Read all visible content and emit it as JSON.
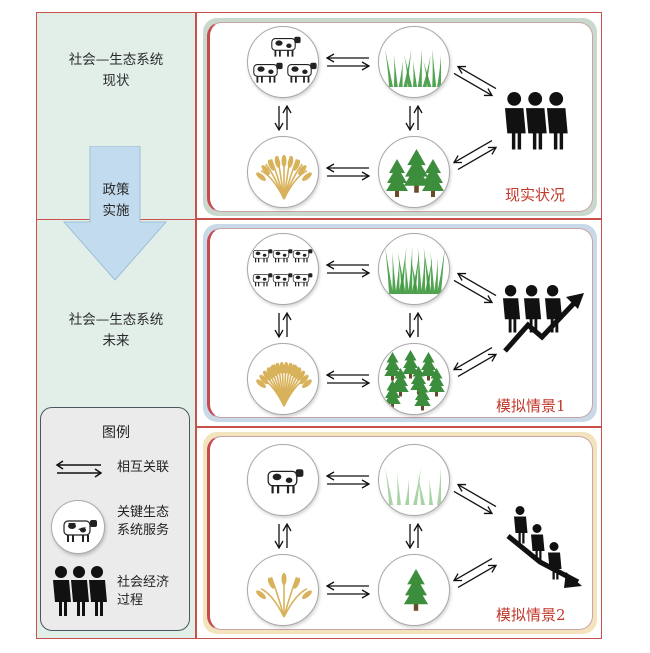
{
  "left": {
    "label_present": "社会—生态系统\n现状",
    "label_policy": "政策\n实施",
    "label_future": "社会—生态系统\n未来"
  },
  "legend": {
    "title": "图例",
    "interaction": "相互关联",
    "key_service": "关键生态\n系统服务",
    "social_process": "社会经济\n过程"
  },
  "scenarios": [
    {
      "label": "现实状况",
      "background": "#e2efe9",
      "cow_count": 3,
      "tree_count": 3,
      "grass": "normal",
      "wheat": "normal",
      "people_trend": "stable"
    },
    {
      "label": "模拟情景1",
      "background": "#dfeaf3",
      "cow_count": 6,
      "tree_count": 8,
      "grass": "lush",
      "wheat": "lush",
      "people_trend": "rising"
    },
    {
      "label": "模拟情景2",
      "background": "#f8f0d9",
      "cow_count": 1,
      "tree_count": 1,
      "grass": "sparse",
      "wheat": "sparse",
      "people_trend": "falling"
    }
  ],
  "colors": {
    "border_red": "#c8524b",
    "label_red": "#c0392b",
    "arrow_blue": "#c3dbef",
    "grass_green": "#3f9a3f",
    "tree_green": "#3c8d3c",
    "wheat_gold": "#d8b25a"
  }
}
